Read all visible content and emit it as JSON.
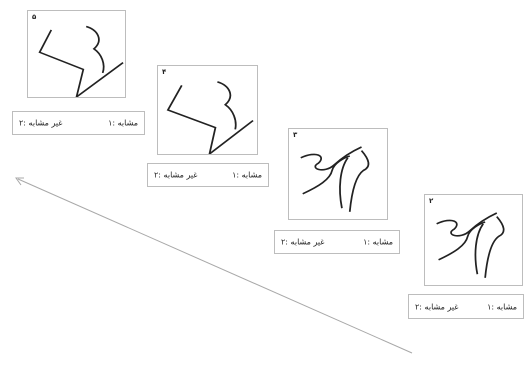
{
  "trials": [
    {
      "number": "۵",
      "option_1": "۱: مشابه",
      "option_2": "۲: غیر مشابه",
      "figure": "figure-a"
    },
    {
      "number": "۴",
      "option_1": "۱: مشابه",
      "option_2": "۲: غیر مشابه",
      "figure": "figure-a"
    },
    {
      "number": "۳",
      "option_1": "۱: مشابه",
      "option_2": "۲: غیر مشابه",
      "figure": "figure-b"
    },
    {
      "number": "۲",
      "option_1": "۱: مشابه",
      "option_2": "۲: غیر مشابه",
      "figure": "figure-b"
    }
  ],
  "colors": {
    "border": "#bdbdbd",
    "stroke": "#222222",
    "arrow": "#a8a8a8"
  }
}
